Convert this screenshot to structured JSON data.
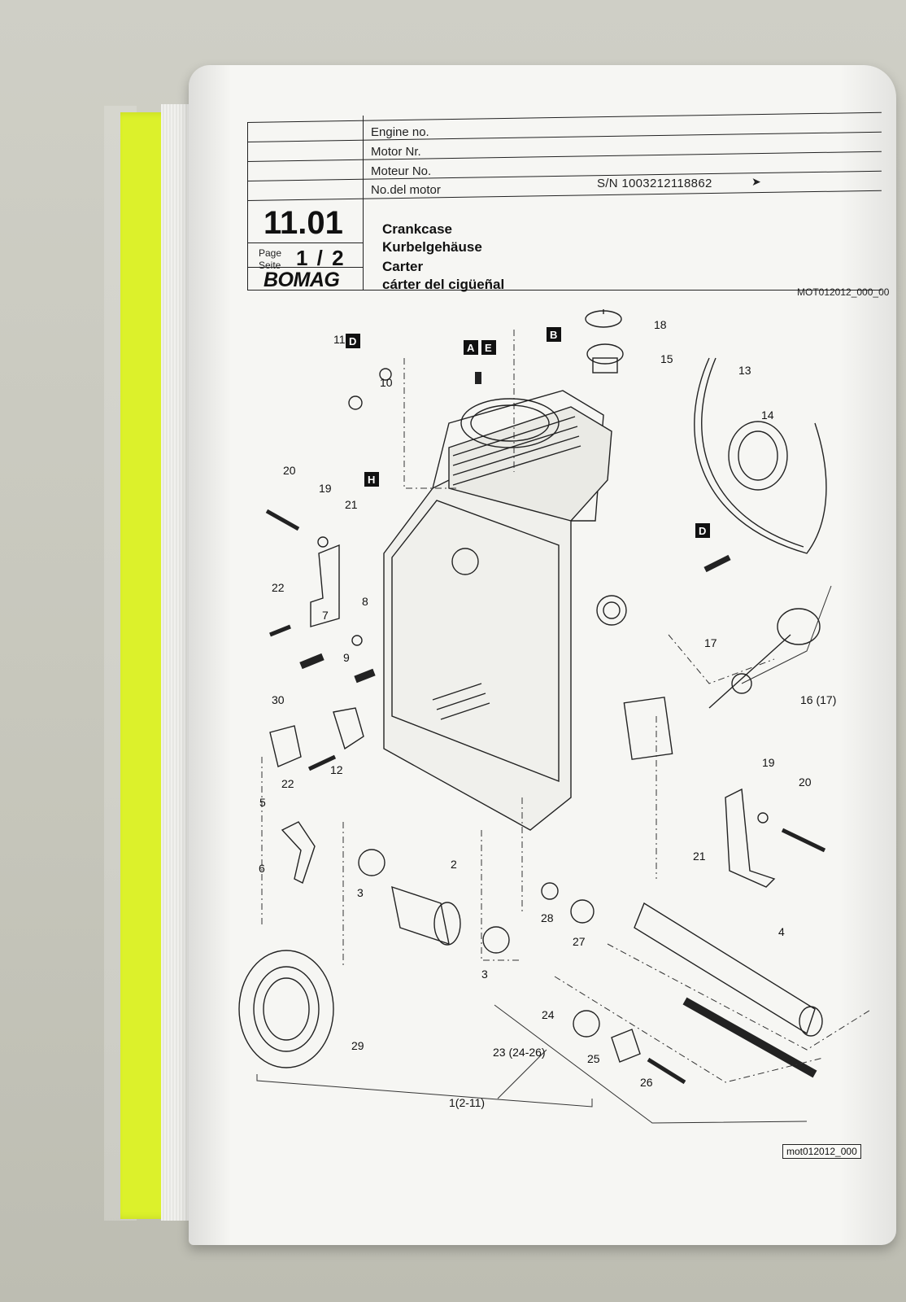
{
  "header": {
    "engine_labels": [
      "Engine no.",
      "Motor Nr.",
      "Moteur No.",
      "No.del motor"
    ],
    "serial": "S/N 1003212118862",
    "arrow": "➤",
    "section_number": "11.01",
    "page_label_en": "Page",
    "page_label_de": "Seite",
    "page_number": "1 / 2",
    "brand": "BOMAG",
    "titles": [
      "Crankcase",
      "Kurbelgehäuse",
      "Carter",
      "cárter del cigüeñal"
    ],
    "doc_code": "MOT012012_000_00"
  },
  "drawing": {
    "tags": [
      "D",
      "A",
      "E",
      "B",
      "H",
      "D"
    ],
    "callouts": [
      "11",
      "10",
      "18",
      "15",
      "13",
      "14",
      "20",
      "19",
      "21",
      "22",
      "7",
      "8",
      "9",
      "30",
      "12",
      "22",
      "17",
      "16 (17)",
      "19",
      "20",
      "21",
      "5",
      "6",
      "3",
      "2",
      "3",
      "28",
      "27",
      "4",
      "29",
      "24",
      "25",
      "26",
      "23 (24-26)",
      "1(2-11)"
    ],
    "reference": "mot012012_000"
  }
}
